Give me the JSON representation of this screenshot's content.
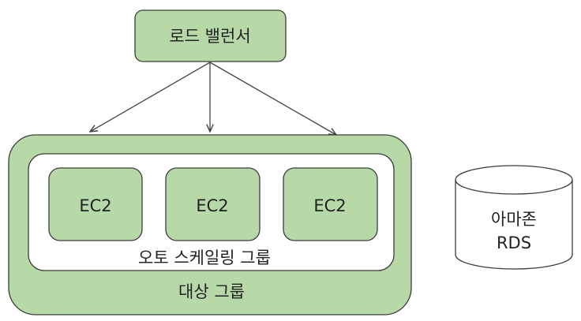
{
  "load_balancer": {
    "label": "로드 밸런서"
  },
  "target_group": {
    "label": "대상 그룹"
  },
  "auto_scaling_group": {
    "label": "오토 스케일링 그룹"
  },
  "instances": [
    {
      "label": "EC2"
    },
    {
      "label": "EC2"
    },
    {
      "label": "EC2"
    }
  ],
  "database": {
    "line1": "아마존",
    "line2": "RDS"
  },
  "colors": {
    "fill_green": "#b7d9a8",
    "stroke_dark": "#3c3c3c",
    "cylinder_fill": "#ffffff",
    "arrow": "#444444"
  }
}
